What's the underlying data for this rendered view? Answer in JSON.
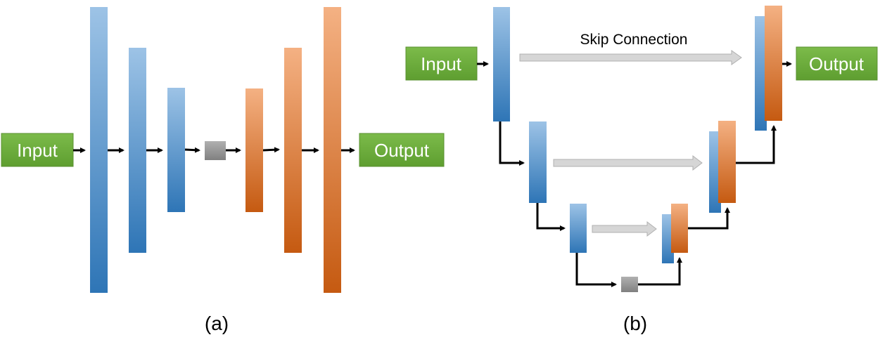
{
  "diagrams": [
    {
      "caption": "(a)",
      "input_label": "Input",
      "output_label": "Output",
      "encoder_blocks": 3,
      "decoder_blocks": 3,
      "has_bottleneck": true,
      "has_skip_connections": false
    },
    {
      "caption": "(b)",
      "input_label": "Input",
      "output_label": "Output",
      "skip_connection_label": "Skip Connection",
      "encoder_blocks": 3,
      "decoder_blocks": 3,
      "has_bottleneck": true,
      "has_skip_connections": true
    }
  ],
  "colors": {
    "io_box": "#6aaa3a",
    "encoder_top": "#9dc3e6",
    "encoder_bottom": "#2e75b6",
    "decoder_top": "#f4b183",
    "decoder_bottom": "#c55a11",
    "bottleneck": "#9a9a9a",
    "skip_arrow": "#d0d0d0",
    "flow_arrow": "#000000"
  }
}
